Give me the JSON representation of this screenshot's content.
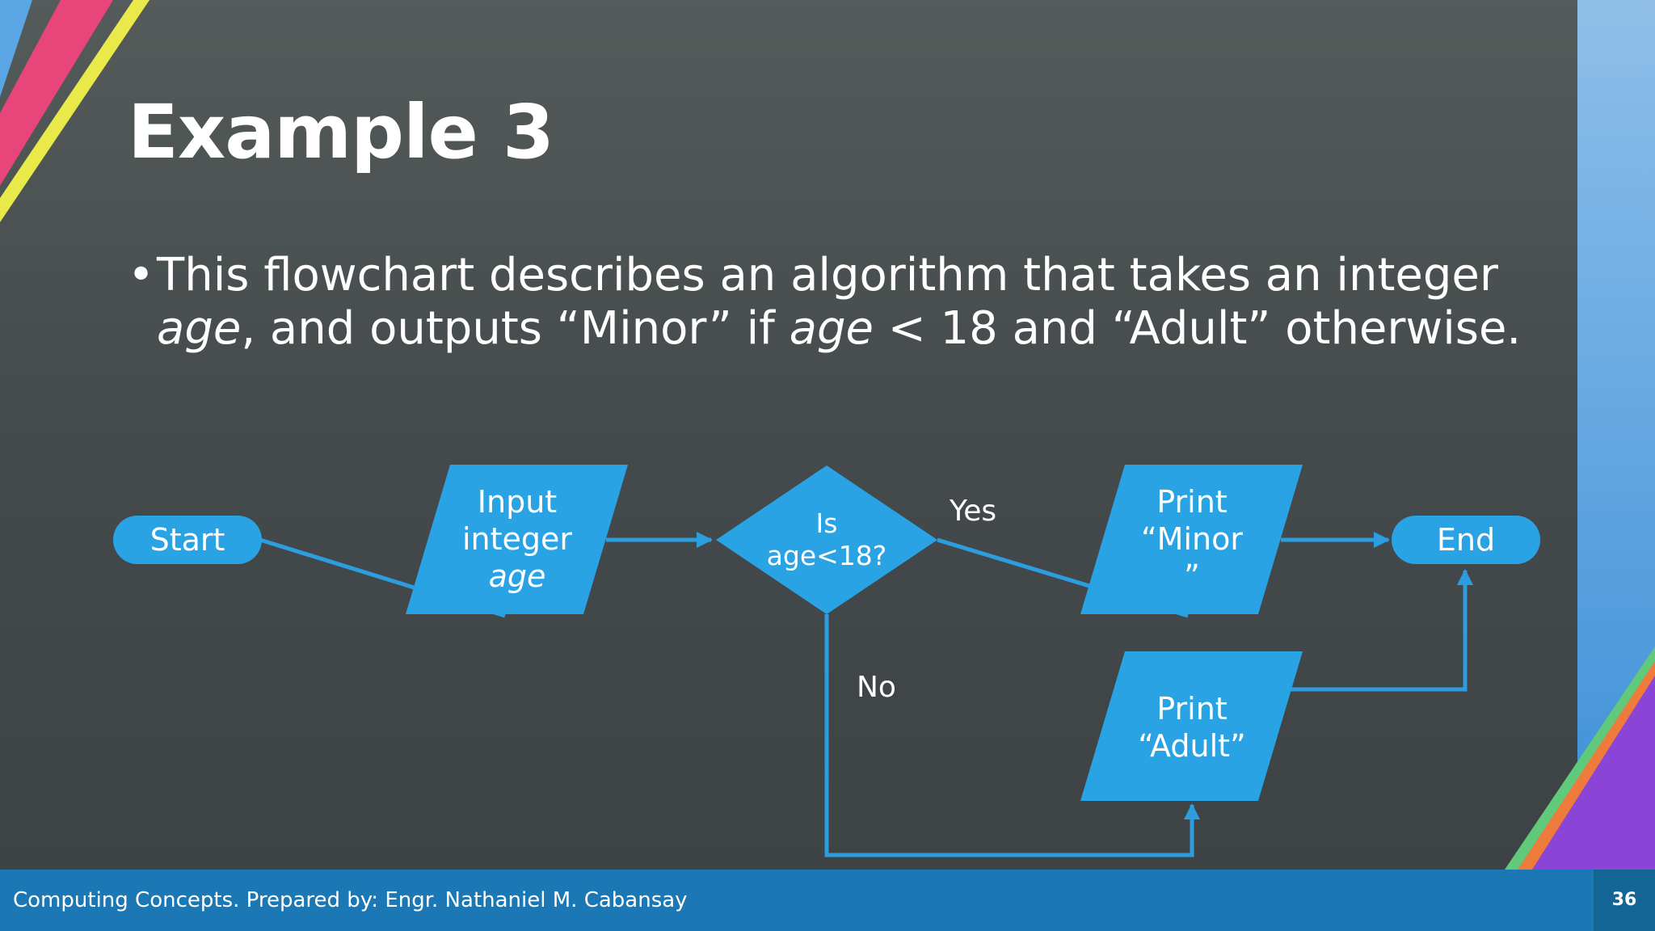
{
  "slide": {
    "title": "Example 3",
    "bullet": {
      "marker": "•",
      "part1": "This flowchart describes an algorithm that takes an integer ",
      "var1": "age",
      "part2": ", and outputs “Minor” if ",
      "var2": "age",
      "part3": " < 18 and “Adult” otherwise."
    }
  },
  "flowchart": {
    "nodes": {
      "start": {
        "label": "Start"
      },
      "input": {
        "line1": "Input",
        "line2": "integer",
        "line3": "age"
      },
      "decision": {
        "line1": "Is",
        "line2": "age<18?"
      },
      "print_minor": {
        "line1": "Print",
        "line2": "“Minor",
        "line3": "”"
      },
      "print_adult": {
        "line1": "Print",
        "line2": "“Adult”"
      },
      "end": {
        "label": "End"
      }
    },
    "edge_labels": {
      "yes": "Yes",
      "no": "No"
    },
    "colors": {
      "shape_fill": "#29a3e3",
      "connector": "#2c9ee0"
    }
  },
  "footer": {
    "text": "Computing Concepts. Prepared by: Engr. Nathaniel M. Cabansay",
    "page_number": "36"
  },
  "theme": {
    "background": "#4a5152",
    "footer_bar": "#1b78b4",
    "accent_pink": "#e8457a",
    "accent_yellow": "#e9e94a",
    "accent_blue": "#5aa6e4",
    "accent_purple": "#8a44d6"
  }
}
